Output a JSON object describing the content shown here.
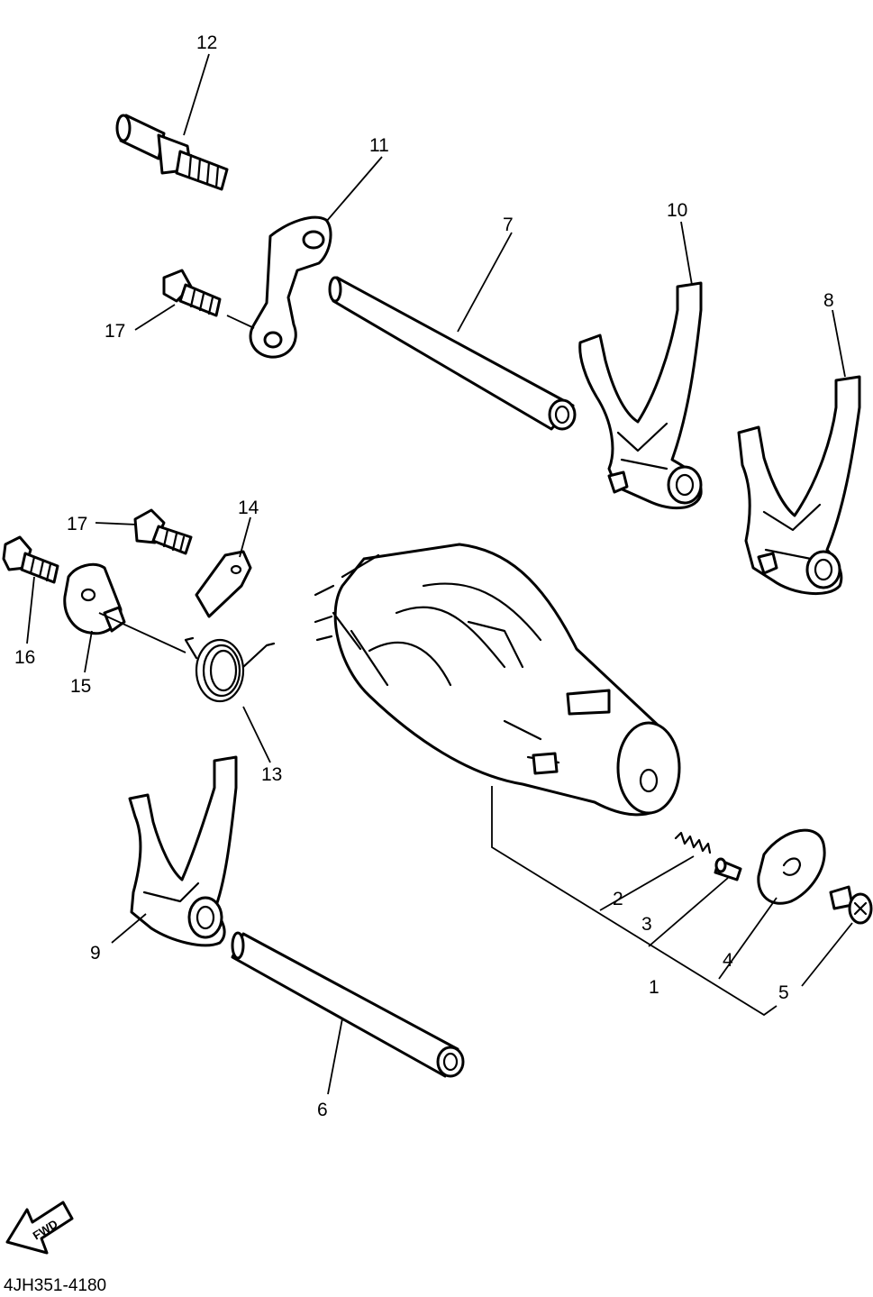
{
  "diagram": {
    "callouts": {
      "c1": "1",
      "c2": "2",
      "c3": "3",
      "c4": "4",
      "c5": "5",
      "c6": "6",
      "c7": "7",
      "c8": "8",
      "c9": "9",
      "c10": "10",
      "c11": "11",
      "c12": "12",
      "c13": "13",
      "c14": "14",
      "c15": "15",
      "c16": "16",
      "c17a": "17",
      "c17b": "17"
    },
    "fwd_label": "FWD",
    "diagram_code": "4JH351-4180",
    "line_color": "#000000",
    "background": "#ffffff"
  }
}
